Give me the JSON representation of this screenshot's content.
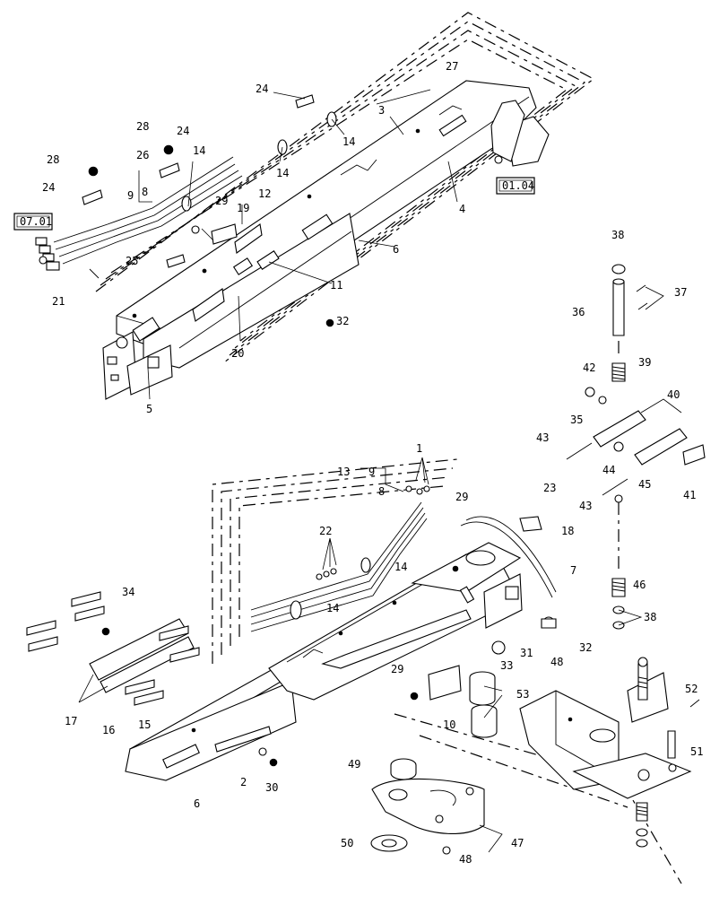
{
  "callouts": [
    {
      "id": "c24a",
      "text": "24"
    },
    {
      "id": "c27",
      "text": "27"
    },
    {
      "id": "c3",
      "text": "3"
    },
    {
      "id": "c14a",
      "text": "14"
    },
    {
      "id": "c14b",
      "text": "14"
    },
    {
      "id": "c28a",
      "text": "28"
    },
    {
      "id": "c24b",
      "text": "24"
    },
    {
      "id": "c14c",
      "text": "14"
    },
    {
      "id": "c28b",
      "text": "28"
    },
    {
      "id": "c26",
      "text": "26"
    },
    {
      "id": "c24c",
      "text": "24"
    },
    {
      "id": "c9a",
      "text": "9"
    },
    {
      "id": "c8a",
      "text": "8"
    },
    {
      "id": "c29a",
      "text": "29"
    },
    {
      "id": "c12",
      "text": "12"
    },
    {
      "id": "c19",
      "text": "19"
    },
    {
      "id": "c4",
      "text": "4"
    },
    {
      "id": "c6a",
      "text": "6"
    },
    {
      "id": "c25",
      "text": "25"
    },
    {
      "id": "c11",
      "text": "11"
    },
    {
      "id": "c21",
      "text": "21"
    },
    {
      "id": "c32a",
      "text": "32"
    },
    {
      "id": "c20",
      "text": "20"
    },
    {
      "id": "c5",
      "text": "5"
    },
    {
      "id": "c38a",
      "text": "38"
    },
    {
      "id": "c37",
      "text": "37"
    },
    {
      "id": "c36",
      "text": "36"
    },
    {
      "id": "c39",
      "text": "39"
    },
    {
      "id": "c42",
      "text": "42"
    },
    {
      "id": "c40",
      "text": "40"
    },
    {
      "id": "c35",
      "text": "35"
    },
    {
      "id": "c43a",
      "text": "43"
    },
    {
      "id": "c44",
      "text": "44"
    },
    {
      "id": "c41",
      "text": "41"
    },
    {
      "id": "c43b",
      "text": "43"
    },
    {
      "id": "c45",
      "text": "45"
    },
    {
      "id": "c1",
      "text": "1"
    },
    {
      "id": "c13",
      "text": "13"
    },
    {
      "id": "c9b",
      "text": "9"
    },
    {
      "id": "c8b",
      "text": "8"
    },
    {
      "id": "c23",
      "text": "23"
    },
    {
      "id": "c29b",
      "text": "29"
    },
    {
      "id": "c18",
      "text": "18"
    },
    {
      "id": "c22",
      "text": "22"
    },
    {
      "id": "c14d",
      "text": "14"
    },
    {
      "id": "c7",
      "text": "7"
    },
    {
      "id": "c46",
      "text": "46"
    },
    {
      "id": "c34",
      "text": "34"
    },
    {
      "id": "c14e",
      "text": "14"
    },
    {
      "id": "c38b",
      "text": "38"
    },
    {
      "id": "c32b",
      "text": "32"
    },
    {
      "id": "c31",
      "text": "31"
    },
    {
      "id": "c33",
      "text": "33"
    },
    {
      "id": "c48a",
      "text": "48"
    },
    {
      "id": "c29c",
      "text": "29"
    },
    {
      "id": "c53",
      "text": "53"
    },
    {
      "id": "c17",
      "text": "17"
    },
    {
      "id": "c16",
      "text": "16"
    },
    {
      "id": "c15",
      "text": "15"
    },
    {
      "id": "c10",
      "text": "10"
    },
    {
      "id": "c52",
      "text": "52"
    },
    {
      "id": "c2",
      "text": "2"
    },
    {
      "id": "c30",
      "text": "30"
    },
    {
      "id": "c51",
      "text": "51"
    },
    {
      "id": "c49",
      "text": "49"
    },
    {
      "id": "c6b",
      "text": "6"
    },
    {
      "id": "c50",
      "text": "50"
    },
    {
      "id": "c47",
      "text": "47"
    },
    {
      "id": "c48b",
      "text": "48"
    }
  ],
  "reference_boxes": [
    {
      "id": "ref0701",
      "text": "07.01"
    },
    {
      "id": "ref0104",
      "text": "01.04"
    }
  ]
}
